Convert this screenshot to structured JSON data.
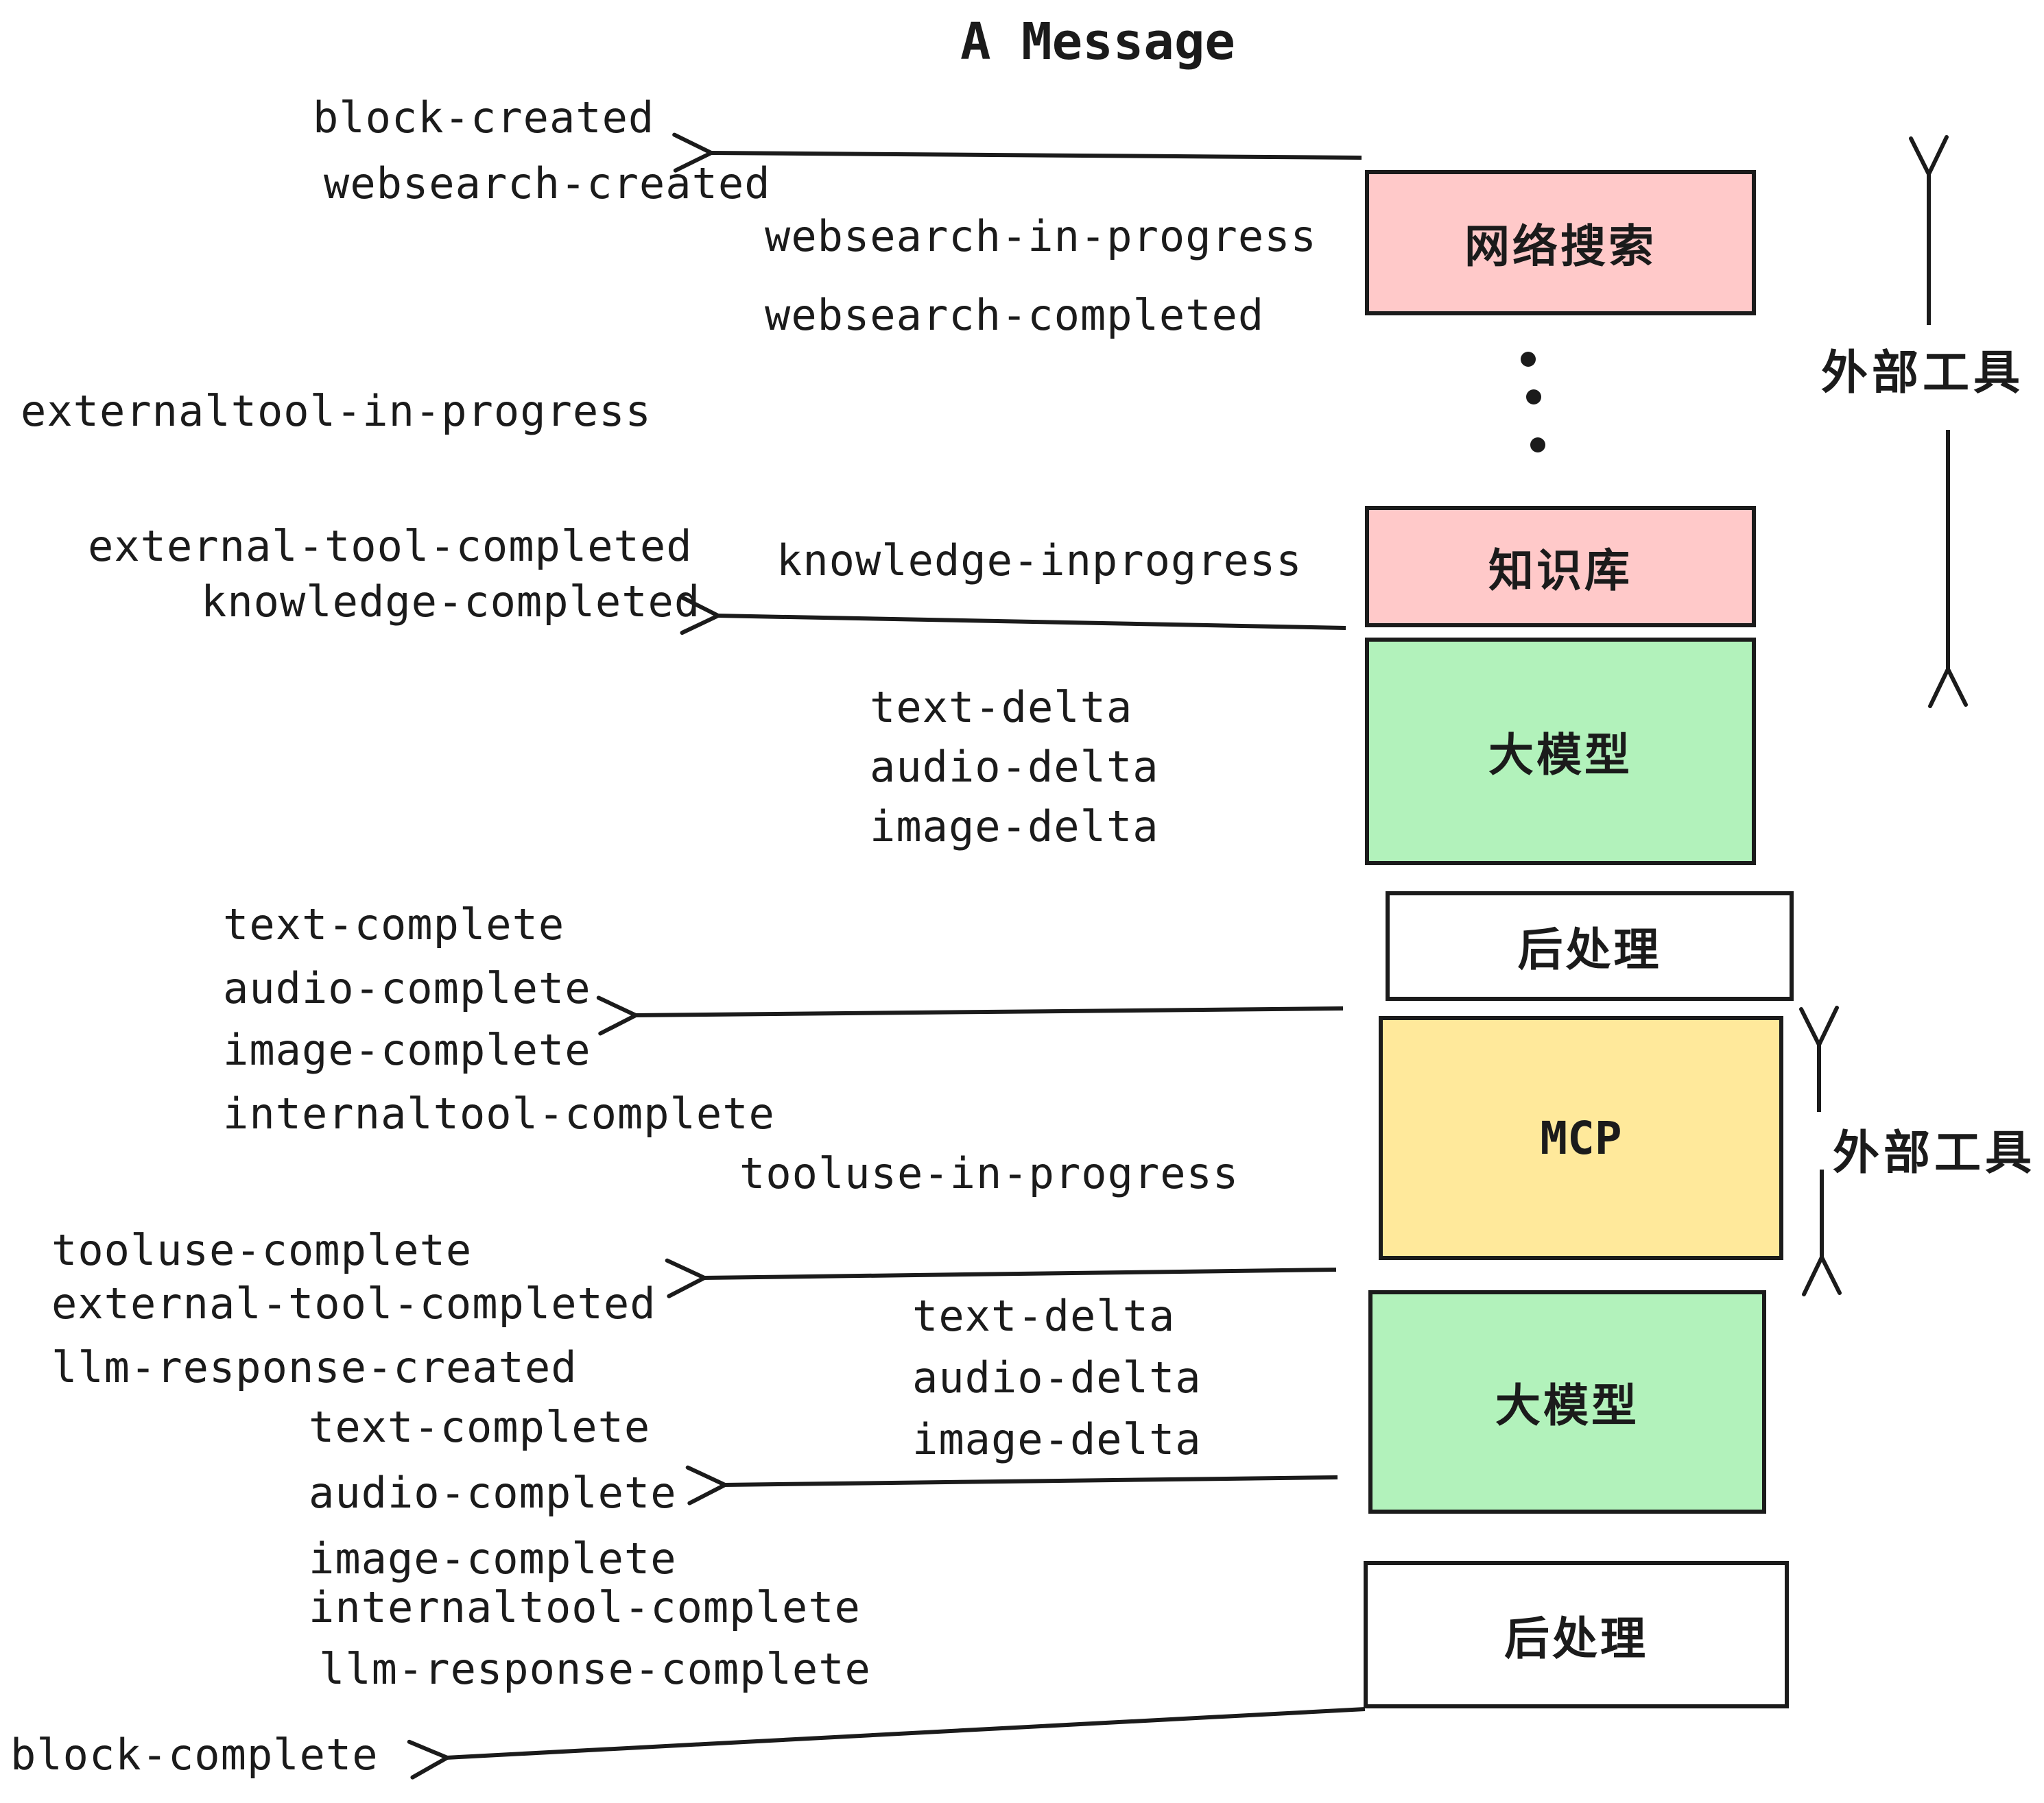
{
  "title": "A Message",
  "events": [
    "block-created",
    "websearch-created",
    "websearch-in-progress",
    "websearch-completed",
    "externaltool-in-progress",
    "external-tool-completed",
    "knowledge-inprogress",
    "knowledge-completed",
    "text-delta",
    "audio-delta",
    "image-delta",
    "text-complete",
    "audio-complete",
    "image-complete",
    "internaltool-complete",
    "tooluse-in-progress",
    "tooluse-complete",
    "external-tool-completed",
    "llm-response-created",
    "text-complete",
    "audio-complete",
    "image-complete",
    "internaltool-complete",
    "llm-response-complete",
    "text-delta",
    "audio-delta",
    "image-delta",
    "block-complete"
  ],
  "boxes": [
    "网络搜索",
    "知识库",
    "大模型",
    "后处理",
    "MCP",
    "大模型",
    "后处理"
  ],
  "side_labels": [
    "外部工具",
    "外部工具"
  ],
  "colors": {
    "box_pink": "#ffc9c9",
    "box_green": "#b2f2bb",
    "box_yellow": "#ffe99b",
    "box_white": "#ffffff",
    "stroke": "#1b1b1b",
    "text": "#1b1b1b",
    "background": "#ffffff"
  }
}
